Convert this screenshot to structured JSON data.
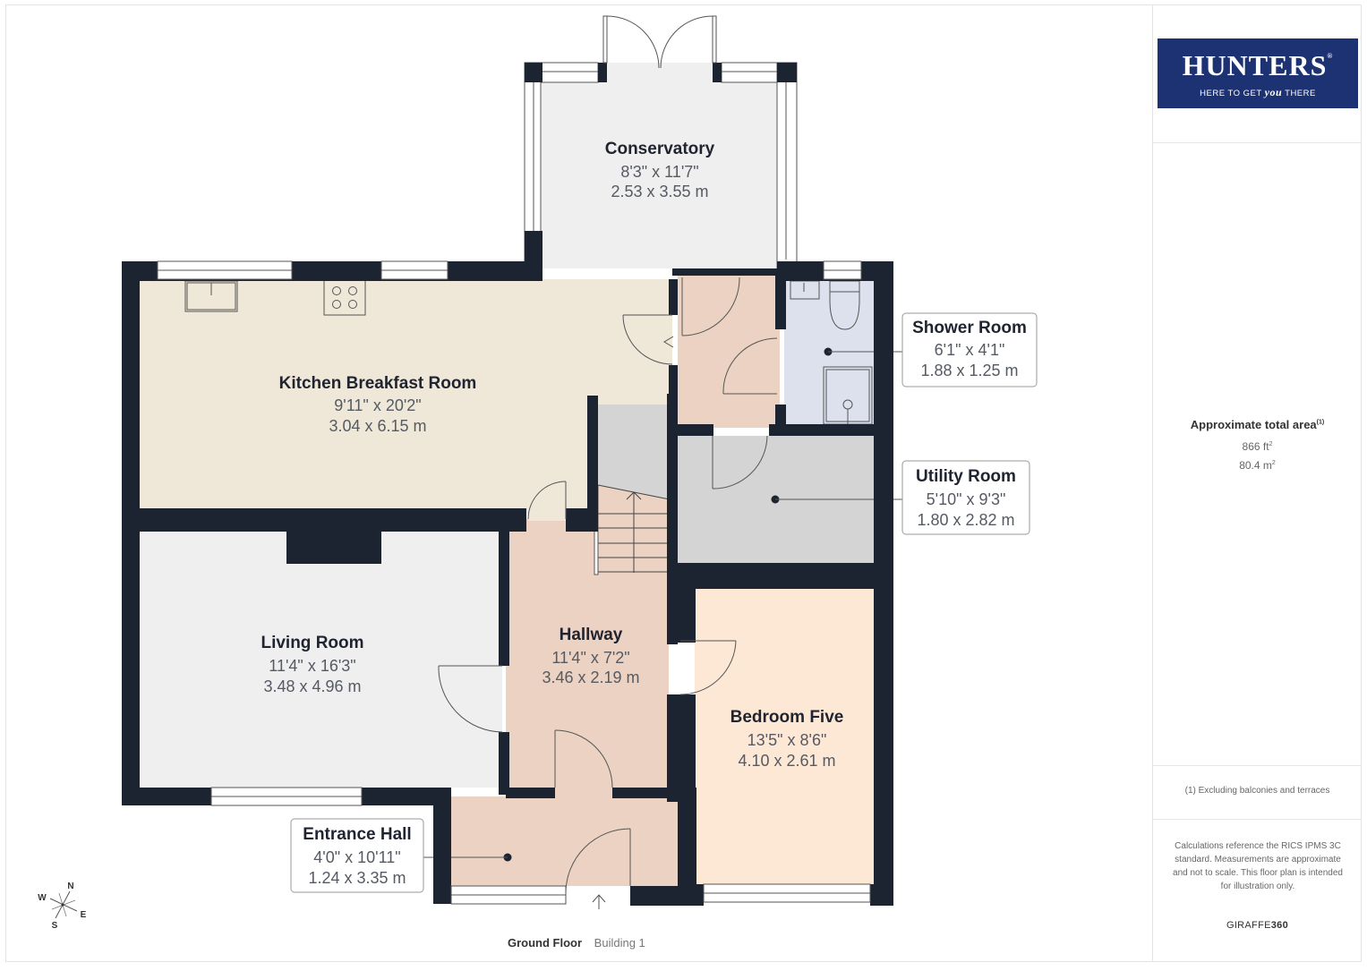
{
  "brand": {
    "name": "HUNTERS",
    "registered": "®",
    "tagline_pre": "HERE TO GET",
    "tagline_em": "you",
    "tagline_post": "THERE",
    "color": "#1d3272"
  },
  "summary": {
    "title": "Approximate total area",
    "title_note": "(1)",
    "area_ft": "866 ft",
    "area_ft_sup": "2",
    "area_m": "80.4 m",
    "area_m_sup": "2"
  },
  "footnote": "(1) Excluding balconies and terraces",
  "disclaimer": "Calculations reference the RICS IPMS 3C standard. Measurements are approximate and not to scale. This floor plan is intended for illustration only.",
  "provider": {
    "prefix": "GIRAFFE",
    "suffix": "360"
  },
  "floor": {
    "name": "Ground Floor",
    "building": "Building 1"
  },
  "compass": {
    "n": "N",
    "e": "E",
    "s": "S",
    "w": "W"
  },
  "colors": {
    "wall": "#1c2331",
    "kitchen": "#efe8d8",
    "living": "#efefef",
    "conservatory": "#efefef",
    "hall": "#ecd2c2",
    "shower": "#dde1ee",
    "utility": "#d4d4d4",
    "bedroom": "#fde8d6"
  },
  "rooms": [
    {
      "id": "conservatory",
      "name": "Conservatory",
      "imperial": "8'3\" x 11'7\"",
      "metric": "2.53 x 3.55 m"
    },
    {
      "id": "kitchen",
      "name": "Kitchen Breakfast Room",
      "imperial": "9'11\" x 20'2\"",
      "metric": "3.04 x 6.15 m"
    },
    {
      "id": "shower",
      "name": "Shower Room",
      "imperial": "6'1\" x 4'1\"",
      "metric": "1.88 x 1.25 m"
    },
    {
      "id": "utility",
      "name": "Utility Room",
      "imperial": "5'10\" x 9'3\"",
      "metric": "1.80 x 2.82 m"
    },
    {
      "id": "living",
      "name": "Living Room",
      "imperial": "11'4\" x 16'3\"",
      "metric": "3.48 x 4.96 m"
    },
    {
      "id": "hallway",
      "name": "Hallway",
      "imperial": "11'4\" x 7'2\"",
      "metric": "3.46 x 2.19 m"
    },
    {
      "id": "bedroom5",
      "name": "Bedroom Five",
      "imperial": "13'5\" x 8'6\"",
      "metric": "4.10 x 2.61 m"
    },
    {
      "id": "entrance",
      "name": "Entrance Hall",
      "imperial": "4'0\" x 10'11\"",
      "metric": "1.24 x 3.35 m"
    }
  ]
}
